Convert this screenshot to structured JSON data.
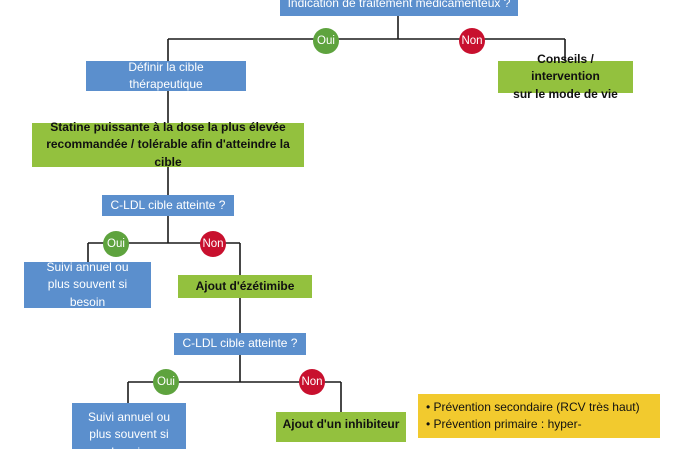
{
  "colors": {
    "step": "#5b8fcd",
    "action": "#93c13e",
    "yes": "#5ea33e",
    "no": "#c8102e",
    "note": "#f2ca2e",
    "line": "#1a1a1a"
  },
  "nodes": {
    "q_treatment": "Indication de traitement médicamenteux ?",
    "target": "Définir la cible thérapeutique",
    "advice": [
      "Conseils / intervention",
      "sur le mode de vie"
    ],
    "statin": [
      "Statine puissante à la dose la plus élevée",
      "recommandée / tolérable afin d'atteindre la cible"
    ],
    "q_ldl_1": "C-LDL cible atteinte ?",
    "followup_1": [
      "Suivi annuel ou",
      "plus souvent si besoin"
    ],
    "ezetimibe": "Ajout d'ézétimibe",
    "q_ldl_2": "C-LDL cible atteinte ?",
    "followup_2": [
      "Suivi annuel ou",
      "plus souvent si besoin"
    ],
    "inhibitor": "Ajout d'un inhibiteur"
  },
  "labels": {
    "yes": "Oui",
    "no": "Non"
  },
  "note": {
    "lines": [
      "• Prévention secondaire (RCV très haut)",
      "• Prévention primaire : hyper-"
    ]
  }
}
